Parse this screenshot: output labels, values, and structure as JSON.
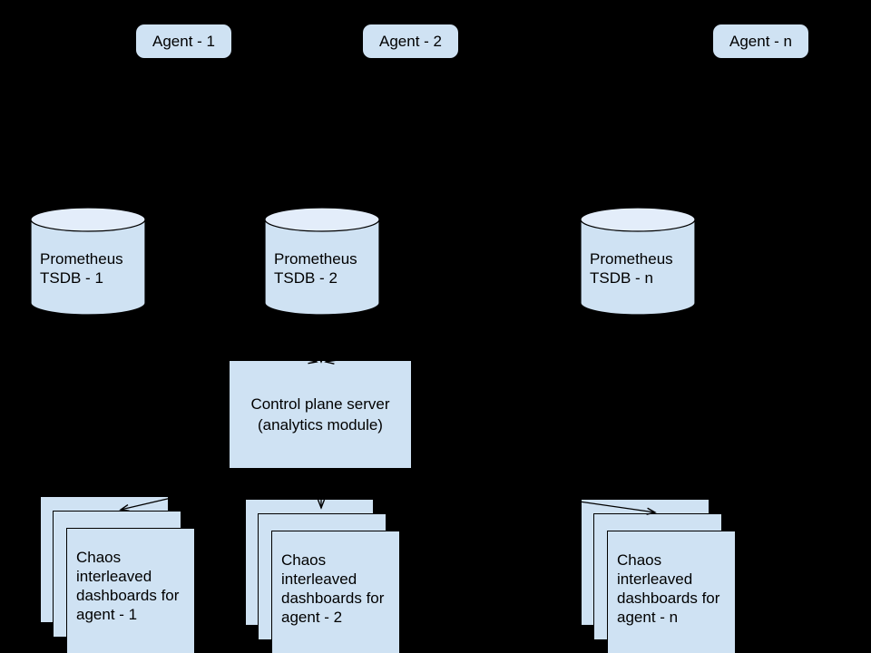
{
  "diagram": {
    "background": "#000000",
    "fill": "#cfe2f3",
    "cylinder_top_fill": "#e3edfa",
    "stroke": "#000000",
    "text_color": "#000000"
  },
  "agents": [
    {
      "label": "Agent - 1"
    },
    {
      "label": "Agent - 2"
    },
    {
      "label": "Agent - n"
    }
  ],
  "tsdbs": [
    {
      "line1": "Prometheus",
      "line2": "TSDB - 1"
    },
    {
      "line1": "Prometheus",
      "line2": "TSDB - 2"
    },
    {
      "line1": "Prometheus",
      "line2": "TSDB - n"
    }
  ],
  "control_plane": {
    "line1": "Control plane server",
    "line2": "(analytics module)"
  },
  "dashboards": [
    {
      "label": "Chaos interleaved dashboards for agent - 1"
    },
    {
      "label": "Chaos interleaved dashboards for agent - 2"
    },
    {
      "label": "Chaos interleaved dashboards for agent - n"
    }
  ]
}
